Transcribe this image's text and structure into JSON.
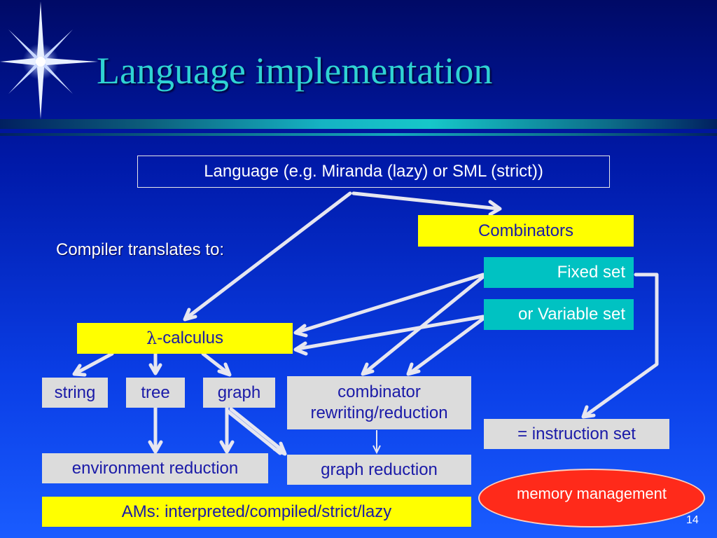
{
  "slide": {
    "title": "Language implementation",
    "page_number": "14"
  },
  "diagram": {
    "language_box": "Language (e.g. Miranda (lazy) or SML (strict))",
    "compiler_label": "Compiler translates to:",
    "combinators": "Combinators",
    "fixed_set": "Fixed set",
    "variable_set": "or Variable set",
    "lambda_symbol": "λ",
    "lambda_text": "-calculus",
    "string": "string",
    "tree": "tree",
    "graph": "graph",
    "combinator_line1": "combinator",
    "combinator_line2": "rewriting/reduction",
    "instruction_set": "= instruction set",
    "environment_reduction": "environment reduction",
    "graph_reduction": "graph reduction",
    "ams": "AMs: interpreted/compiled/strict/lazy",
    "memory_management": "memory management"
  },
  "colors": {
    "title": "#2fd3d3",
    "yellow_box": "#ffff00",
    "cyan_box": "#00c2c2",
    "grey_box": "#dcdcdc",
    "ellipse": "#ff2a1a",
    "box_text": "#1a1aa8"
  }
}
